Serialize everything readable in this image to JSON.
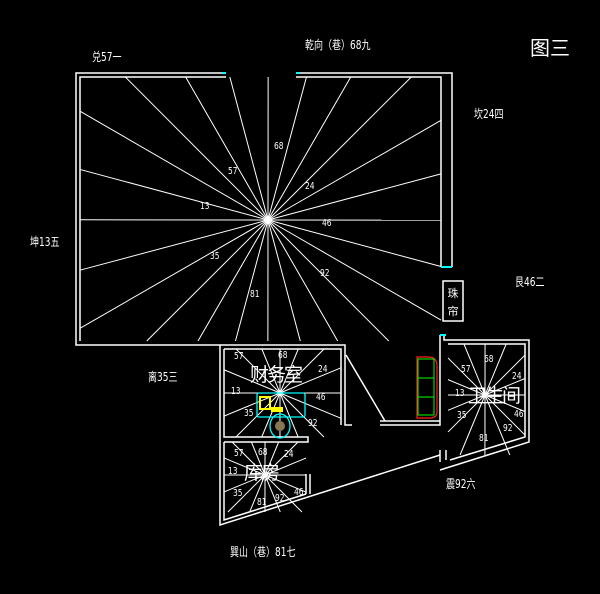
{
  "title": "图三",
  "directions": {
    "top": "乾向（巷）68九",
    "top_left": "兑57一",
    "right_top": "坎24四",
    "left": "坤13五",
    "right_mid": "艮46二",
    "mid_left": "离35三",
    "bottom_right": "震92六",
    "bottom": "巽山（巷）81七"
  },
  "rooms": {
    "finance": "财务室",
    "toilet": "卫生间",
    "storage": "库房",
    "curtain": "珠帘"
  },
  "main_numbers": [
    "68",
    "57",
    "24",
    "13",
    "46",
    "35",
    "92",
    "81"
  ],
  "finance_numbers": [
    "57",
    "68",
    "24",
    "13",
    "46",
    "35",
    "92"
  ],
  "toilet_numbers": [
    "57",
    "68",
    "24",
    "13",
    "46",
    "35",
    "81",
    "92"
  ],
  "storage_numbers": [
    "57",
    "68",
    "24",
    "13",
    "46",
    "35",
    "81",
    "92"
  ],
  "colors": {
    "wall": "#ffffff",
    "accent": "#00ffff",
    "furniture": "#ffff00",
    "plant": "#00ff00",
    "border": "#ff0000"
  }
}
